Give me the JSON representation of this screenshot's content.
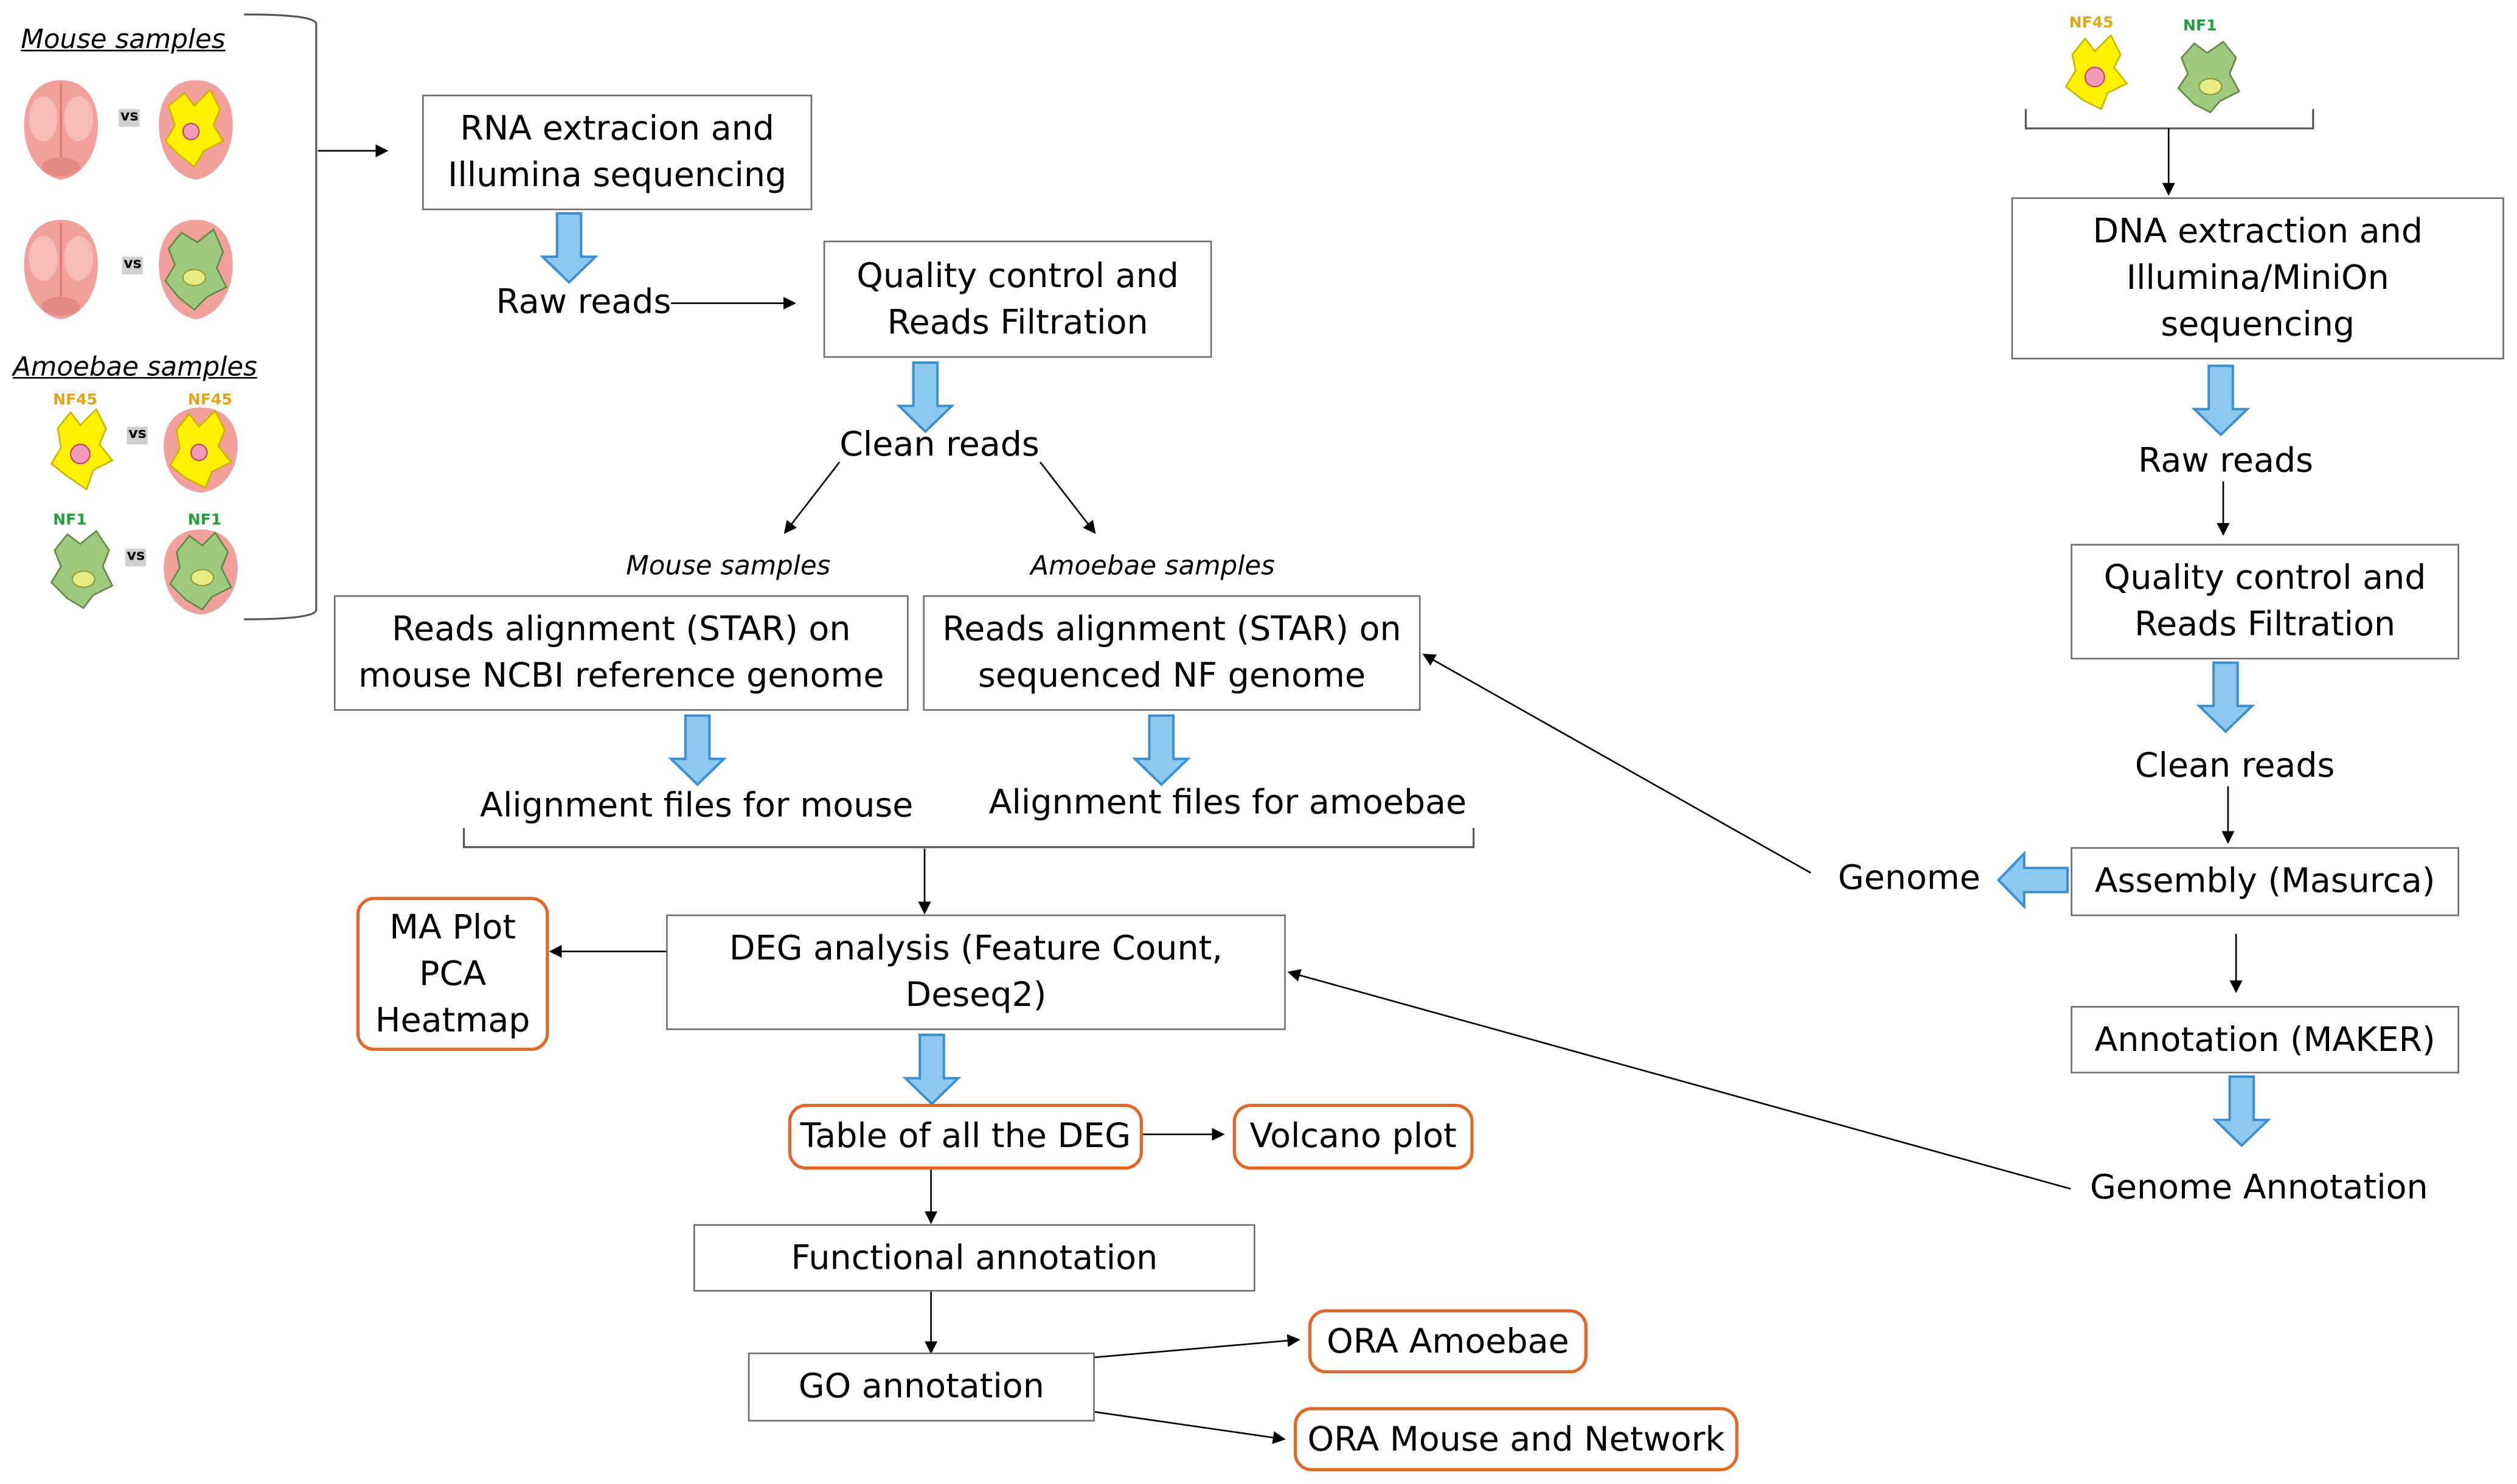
{
  "colors": {
    "box_border": "#6e6e6e",
    "output_border": "#e0692a",
    "arrow_fill": "#8ec8ee",
    "arrow_stroke": "#3a8fd0",
    "nf45_label": "#e8a317",
    "nf1_label": "#21a03a",
    "brain": "#f2a09c",
    "amoeba_yellow": "#fff000",
    "amoeba_green": "#9fc97e"
  },
  "samples": {
    "mouse_heading": "Mouse samples",
    "amoebae_heading": "Amoebae samples",
    "vs": "vs",
    "nf45": "NF45",
    "nf1": "NF1"
  },
  "rna": {
    "extraction": "RNA extracion and\nIllumina sequencing",
    "raw_reads": "Raw reads",
    "qc": "Quality control and\nReads Filtration",
    "clean_reads": "Clean reads",
    "mouse_branch": "Mouse samples",
    "amoebae_branch": "Amoebae samples",
    "align_mouse": "Reads alignment (STAR) on\nmouse NCBI reference genome",
    "align_amoebae": "Reads alignment (STAR) on\nsequenced NF genome",
    "files_mouse": "Alignment files for mouse",
    "files_amoebae": "Alignment files for amoebae"
  },
  "analysis": {
    "deg": "DEG analysis (Feature Count,\nDeseq2)",
    "plots": "MA Plot\nPCA\nHeatmap",
    "deg_table": "Table of all the DEG",
    "volcano": "Volcano plot",
    "functional": "Functional annotation",
    "go": "GO annotation",
    "ora_amoebae": "ORA Amoebae",
    "ora_mouse": "ORA Mouse and Network"
  },
  "dna": {
    "nf45": "NF45",
    "nf1": "NF1",
    "extraction": "DNA extraction and\nIllumina/MiniOn\nsequencing",
    "raw_reads": "Raw reads",
    "qc": "Quality control and\nReads Filtration",
    "clean_reads": "Clean reads",
    "assembly": "Assembly (Masurca)",
    "genome": "Genome",
    "annotation": "Annotation (MAKER)",
    "genome_annotation": "Genome Annotation"
  }
}
